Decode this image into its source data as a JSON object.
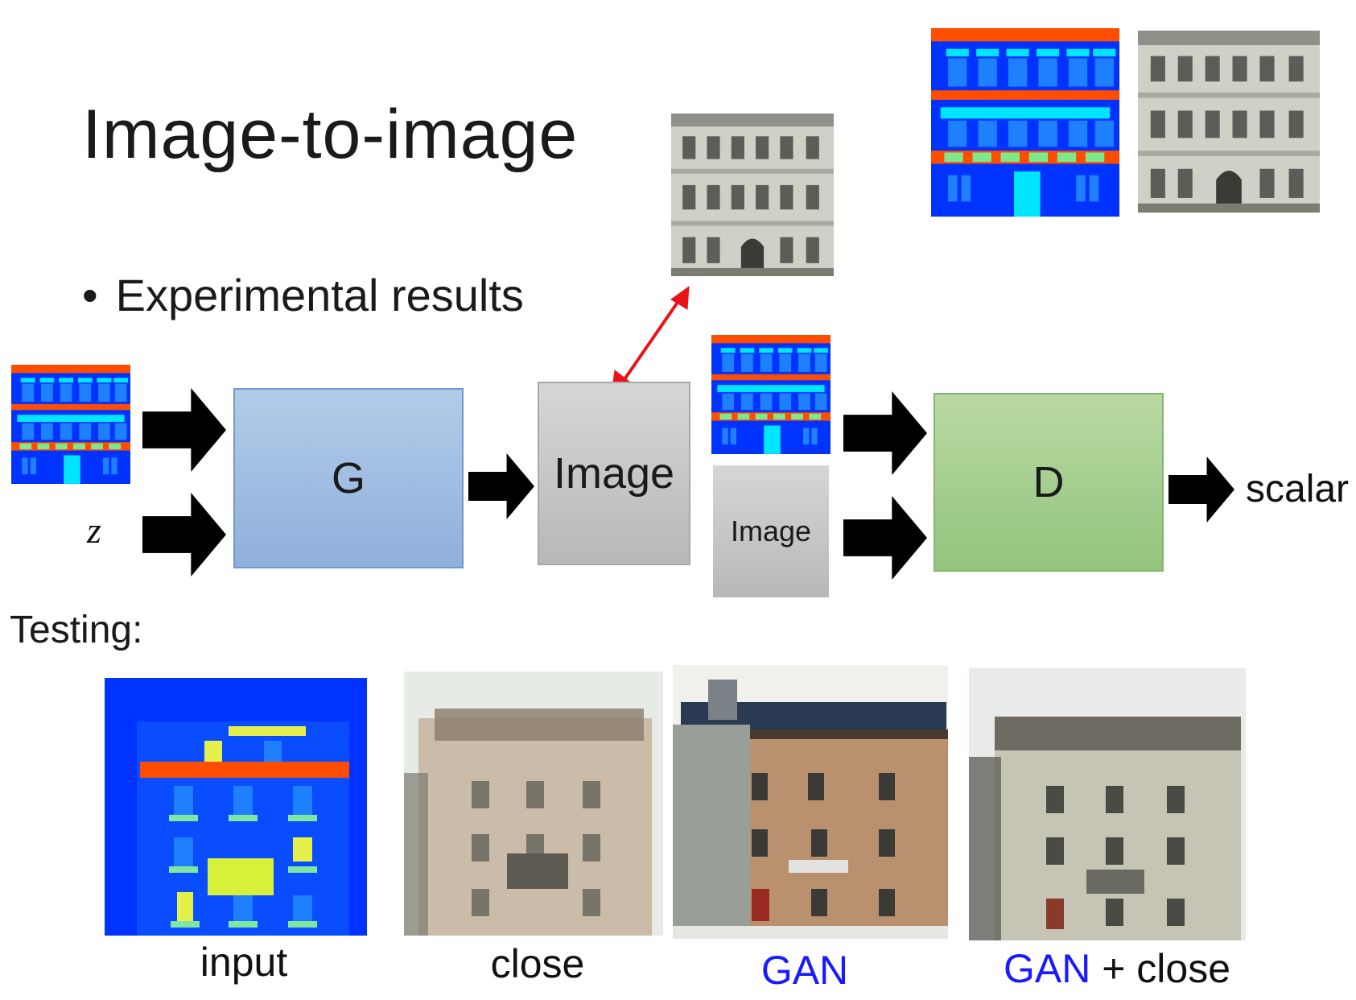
{
  "title": "Image-to-image",
  "bullet": "Experimental results",
  "testing_label": "Testing:",
  "z_label": "z",
  "generator_label": "G",
  "image_label_1": "Image",
  "image_label_2": "Image",
  "discriminator_label": "D",
  "output_label": "scalar",
  "captions": {
    "input": "input",
    "close": "close",
    "gan": "GAN",
    "gan_close_gan": "GAN",
    "gan_close_rest": " + close"
  },
  "colors": {
    "generator": "#9ebbe2",
    "discriminator": "#a6cd8e",
    "image_box": "#c8c8c8",
    "gan_text": "#1a1aff",
    "double_arrow": "#e8141b",
    "label_blue": "#0033ff",
    "label_cyan": "#00e5ff",
    "label_orange": "#ff4d00",
    "label_green": "#7fe88a",
    "label_yellow": "#e6f04a"
  }
}
